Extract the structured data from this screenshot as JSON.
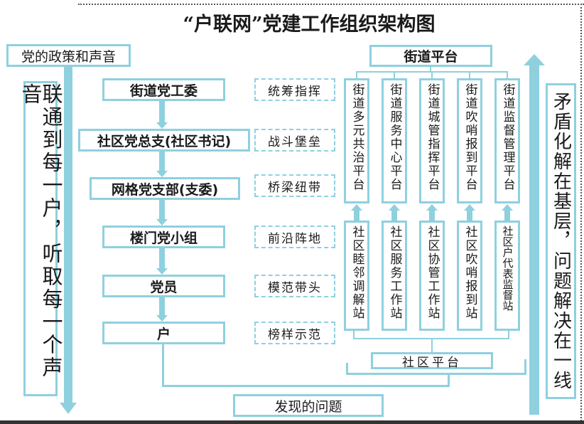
{
  "title": "“户联网”党建工作组织架构图",
  "left_header": "党的政策和声音",
  "left_vertical": "联通到每一户，听取每一个声音",
  "right_vertical": "矛盾化解在基层，问题解决在一线",
  "hierarchy": [
    {
      "label": "街道党工委",
      "role": "统筹指挥"
    },
    {
      "label": "社区党总支(社区书记)",
      "role": "战斗堡垒"
    },
    {
      "label": "网格党支部(支委)",
      "role": "桥梁纽带"
    },
    {
      "label": "楼门党小组",
      "role": "前沿阵地"
    },
    {
      "label": "党员",
      "role": "模范带头"
    },
    {
      "label": "户",
      "role": "榜样示范"
    }
  ],
  "street_platform": "街道平台",
  "street_columns": [
    "街道多元共治平台",
    "街道服务中心平台",
    "街道城管指挥平台",
    "街道吹哨报到平台",
    "街道监督管理平台"
  ],
  "community_columns": [
    "社区睦邻调解站",
    "社区服务工作站",
    "社区协管工作站",
    "社区吹哨报到站",
    "社区户代表监督站"
  ],
  "community_platform": "社区平台",
  "found_problems": "发现的问题",
  "colors": {
    "accent": "#8fd0df",
    "text": "#1a1a1a"
  }
}
